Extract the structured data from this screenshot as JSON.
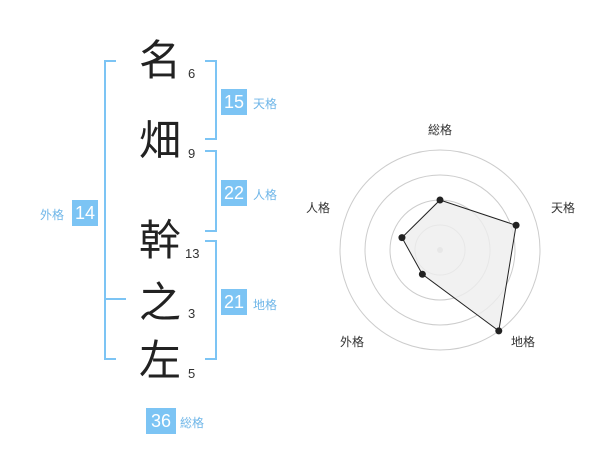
{
  "name": {
    "chars": [
      {
        "char": "名",
        "strokes": "6"
      },
      {
        "char": "畑",
        "strokes": "9"
      },
      {
        "char": "幹",
        "strokes": "13"
      },
      {
        "char": "之",
        "strokes": "3"
      },
      {
        "char": "左",
        "strokes": "5"
      }
    ]
  },
  "fortunes": {
    "tenkaku": {
      "value": "15",
      "label": "天格"
    },
    "jinkaku": {
      "value": "22",
      "label": "人格"
    },
    "chikaku": {
      "value": "21",
      "label": "地格"
    },
    "gaikaku": {
      "value": "14",
      "label": "外格"
    },
    "soukaku": {
      "value": "36",
      "label": "総格"
    }
  },
  "radar": {
    "axis_labels": [
      "総格",
      "天格",
      "地格",
      "外格",
      "人格"
    ],
    "values": [
      0.5,
      0.8,
      1.0,
      0.3,
      0.4
    ],
    "rings": 4,
    "fill_color": "#eeeeee",
    "line_color": "#222222",
    "ring_color": "#cccccc"
  }
}
